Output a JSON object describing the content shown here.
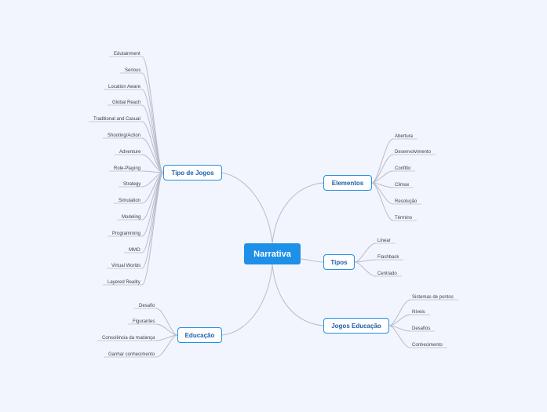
{
  "central": "Narrativa",
  "branches": {
    "tipo_de_jogos": {
      "label": "Tipo de Jogos",
      "items": [
        "Edutainment",
        "Serious",
        "Location Aware",
        "Global Reach",
        "Traditional and Casual",
        "Shooting/Action",
        "Adventure",
        "Role-Playing",
        "Strategy",
        "Simulation",
        "Modeling",
        "Programming",
        "MMO",
        "Virtual Worlds",
        "Layered Reality"
      ]
    },
    "educacao": {
      "label": "Educação",
      "items": [
        "Desafio",
        "Figurantes",
        "Consciência da mudança",
        "Ganhar conhecimento"
      ]
    },
    "elementos": {
      "label": "Elementos",
      "items": [
        "Abertura",
        "Desenvolvimento",
        "Conflito",
        "Climax",
        "Resolução",
        "Término"
      ]
    },
    "tipos": {
      "label": "Tipos",
      "items": [
        "Linear",
        "Flashback",
        "Centrado"
      ]
    },
    "jogos_educacao": {
      "label": "Jogos Educação",
      "items": [
        "Sistemas de pontos",
        "Níveis",
        "Desafios",
        "Conhecimento"
      ]
    }
  }
}
